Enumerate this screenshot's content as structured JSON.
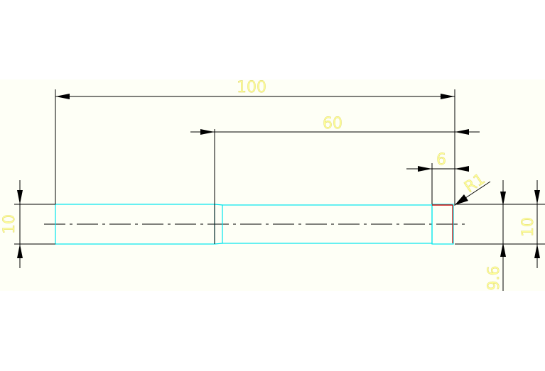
{
  "colors": {
    "background": "#ffffff",
    "canvas": "#fefff6",
    "dimension_line": "#000000",
    "dimension_text": "#ffff99",
    "part_outline": "#00e5ee",
    "chamfer": "#cc0000"
  },
  "dimensions": {
    "overall_length": "100",
    "step_length": "60",
    "shoulder_width": "6",
    "fillet_radius": "R1",
    "left_diameter": "10",
    "right_diameter": "10",
    "reduced_diameter": "9.6"
  }
}
